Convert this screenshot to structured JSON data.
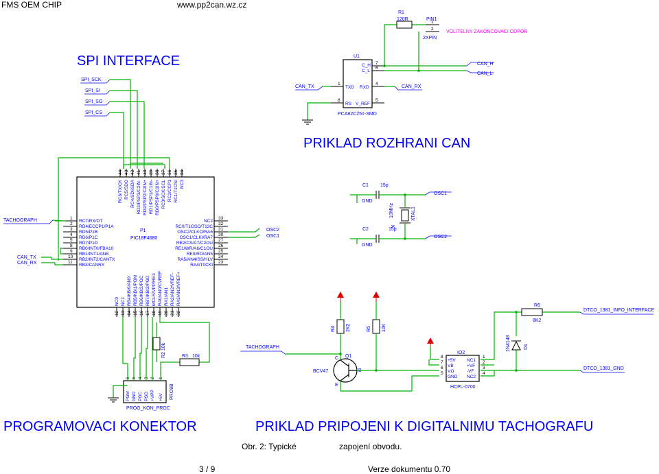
{
  "header": {
    "left": "FMS OEM CHIP",
    "center": "www.pp2can.wz.cz"
  },
  "titles": {
    "spi": "SPI INTERFACE",
    "can": "PRIKLAD ROZHRANI CAN",
    "prog": "PROGRAMOVACI KONEKTOR",
    "tacho": "PRIKLAD PRIPOJENI K DIGITALNIMU TACHOGRAFU"
  },
  "net_labels": {
    "spi_sck": "SPI_SCK",
    "spi_si": "SPI_SI",
    "spi_so": "SPI_SO",
    "spi_cs": "SPI_CS",
    "tachograph": "TACHOGRAPH",
    "can_tx": "CAN_TX",
    "can_rx": "CAN_RX",
    "can_h": "CAN_H",
    "can_l": "CAN_L",
    "osc1": "OSC1",
    "osc2": "OSC2",
    "gnd": "GND",
    "volitelny": "VOLITELNY ZAKONCOVACI ODPOR",
    "dto_info": "DTCO_1381_INFO_INTERFACE",
    "dto_gnd": "DTCO_1381_GND"
  },
  "components": {
    "u1": {
      "ref": "U1",
      "part": "PCA82C251-SMD",
      "pins": {
        "txd": "TXD",
        "rxd": "RXD",
        "rs": "RS",
        "vref": "V_REF",
        "ch": "C_H",
        "cl": "C_L"
      }
    },
    "r1": {
      "ref": "R1",
      "value": "120R"
    },
    "pin1": {
      "ref": "PIN1",
      "part": "2XPIN"
    },
    "p1": {
      "ref": "P1",
      "part": "PIC18F4680"
    },
    "c1": {
      "ref": "C1",
      "value": "15p"
    },
    "c2": {
      "ref": "C2",
      "value": "15p"
    },
    "xtal": {
      "ref": "XTAL1",
      "value": "10MHz",
      "x": "X"
    },
    "q1": {
      "ref": "Q1",
      "part": "BCV47",
      "b": "B",
      "c": "C",
      "e": "E"
    },
    "r4": {
      "ref": "R4",
      "value": "2K2"
    },
    "r5": {
      "ref": "R5",
      "value": "10K"
    },
    "r6": {
      "ref": "R6",
      "value": "8K2"
    },
    "r2": {
      "ref": "R2",
      "value": "10k"
    },
    "r3": {
      "ref": "R3",
      "value": "10k"
    },
    "d1": {
      "ref": "D1",
      "part": "1N4148"
    },
    "io2": {
      "ref": "IO2",
      "part": "HCPL-0700",
      "pins_left": [
        "+5V",
        "VB",
        "VO",
        "GND"
      ],
      "pins_right": [
        "NC1",
        "+VF",
        "-VF",
        "NC2"
      ]
    },
    "prog": {
      "ref": "PROG_KON_PROC",
      "pins": [
        "PGM",
        "GND",
        "PGC",
        "PGD",
        "+VPP",
        "+5V"
      ],
      "aux": "PRO9B"
    }
  },
  "pic_left_pins": [
    {
      "n": "1",
      "name": "RC7/RX/DT"
    },
    {
      "n": "2",
      "name": "RD4/ECCP1/P1A"
    },
    {
      "n": "3",
      "name": "RD5/P1B"
    },
    {
      "n": "4",
      "name": "RD6/P1C"
    },
    {
      "n": "5",
      "name": "RD7/P1D"
    },
    {
      "n": "8",
      "name": "RB0/INT0/FBA10"
    },
    {
      "n": "9",
      "name": "RB1/INT1/AN8"
    },
    {
      "n": "10",
      "name": "RB2/INT2/CANTX"
    },
    {
      "n": "11",
      "name": "RB3/CANRX"
    }
  ],
  "pic_right_pins": [
    {
      "n": "33",
      "name": "NC2"
    },
    {
      "n": "32",
      "name": "RC0/T1OSO/T13C"
    },
    {
      "n": "31",
      "name": "OSC2/CLKO/RA6"
    },
    {
      "n": "30",
      "name": "OSC1/CLKI/RA7"
    },
    {
      "n": "27",
      "name": "RE2/CS/A7/C2OU"
    },
    {
      "n": "26",
      "name": "RE1/WR/A6/C1OU"
    },
    {
      "n": "25",
      "name": "RE0/RD/AN5"
    },
    {
      "n": "24",
      "name": "RA5/AN4/SS/HLV"
    },
    {
      "n": "23",
      "name": "RA4/T0CKI"
    }
  ],
  "pic_top_pins": [
    {
      "n": "44",
      "name": "RC6/TX/CK"
    },
    {
      "n": "43",
      "name": "RC5/SDO"
    },
    {
      "n": "42",
      "name": "RC4/SDI/SDA"
    },
    {
      "n": "41",
      "name": "RD3/PSP3/C2IN-"
    },
    {
      "n": "40",
      "name": "RD2/PSP2/C2IN+"
    },
    {
      "n": "39",
      "name": "RD1/PSP1/C1IN-"
    },
    {
      "n": "38",
      "name": "RD0/PSP0/C1IN+"
    },
    {
      "n": "37",
      "name": "RC3/SCK/SCL"
    },
    {
      "n": "36",
      "name": "RC2/CCP1"
    },
    {
      "n": "35",
      "name": "RC1/T1OSI"
    },
    {
      "n": "34",
      "name": "NC3"
    }
  ],
  "pic_bottom_pins": [
    {
      "n": "12",
      "name": "NC0"
    },
    {
      "n": "13",
      "name": "NC1"
    },
    {
      "n": "14",
      "name": "RB4/KBI0/AN9"
    },
    {
      "n": "15",
      "name": "RB5/KBI1/PGM"
    },
    {
      "n": "16",
      "name": "RB6/KBI2/PGC"
    },
    {
      "n": "17",
      "name": "RB7/KBI3/PGD"
    },
    {
      "n": "18",
      "name": "MCLR/VPP/RE3"
    },
    {
      "n": "19",
      "name": "RA0/AN0/CVREF"
    },
    {
      "n": "20",
      "name": "RA1/AN1"
    },
    {
      "n": "21",
      "name": "RA2/AN2/VREF-"
    },
    {
      "n": "22",
      "name": "RA3/AN3/VREF+"
    }
  ],
  "caption": {
    "a": "Obr.  2: Typické",
    "b": "zapojení obvodu."
  },
  "footer": {
    "page": "3 / 9",
    "version": "Verze dokumentu 0.70"
  }
}
